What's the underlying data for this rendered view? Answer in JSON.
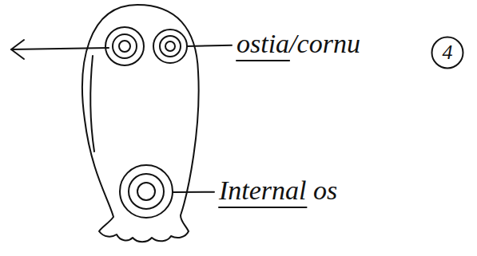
{
  "diagram": {
    "nodes": [
      {
        "text": [
          "4"
        ]
      }
    ],
    "labels": [
      "ostia/cornu",
      "Internal os"
    ]
  }
}
